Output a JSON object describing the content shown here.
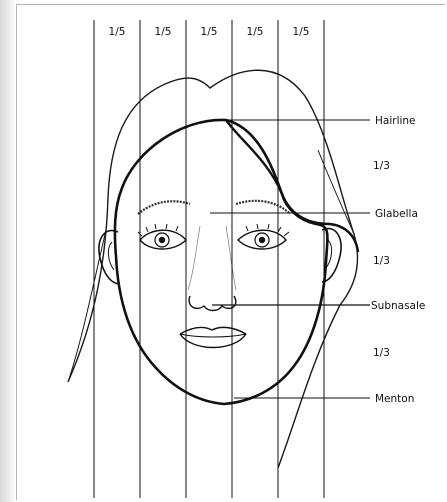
{
  "diagram": {
    "fifths": [
      "1/5",
      "1/5",
      "1/5",
      "1/5",
      "1/5"
    ],
    "landmarks": {
      "hairline": "Hairline",
      "glabella": "Glabella",
      "subnasale": "Subnasale",
      "menton": "Menton"
    },
    "thirds": [
      "1/3",
      "1/3",
      "1/3"
    ]
  }
}
